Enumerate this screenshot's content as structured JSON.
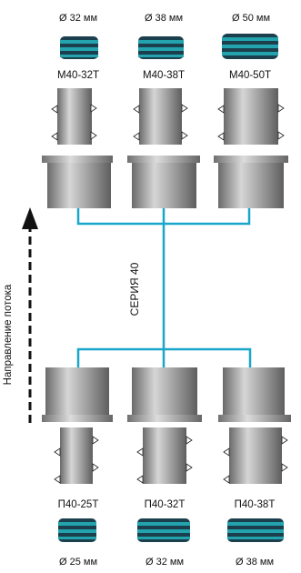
{
  "series_label": "СЕРИЯ 40",
  "flow_label": "Направление потока",
  "colors": {
    "line": "#1aa6c8",
    "hose_dark": "#1b3f4c",
    "hose_light": "#1d9aa8",
    "metal_dark": "#6e6e6e",
    "metal_light": "#d8d8d8"
  },
  "top_adapters": [
    {
      "diameter": "Ø 32 мм",
      "code": "М40-32Т"
    },
    {
      "diameter": "Ø 38 мм",
      "code": "М40-38Т"
    },
    {
      "diameter": "Ø 50 мм",
      "code": "М40-50Т"
    }
  ],
  "bottom_adapters": [
    {
      "code": "П40-25Т",
      "diameter": "Ø 25 мм"
    },
    {
      "code": "П40-32Т",
      "diameter": "Ø 32 мм"
    },
    {
      "code": "П40-38Т",
      "diameter": "Ø 38 мм"
    }
  ]
}
